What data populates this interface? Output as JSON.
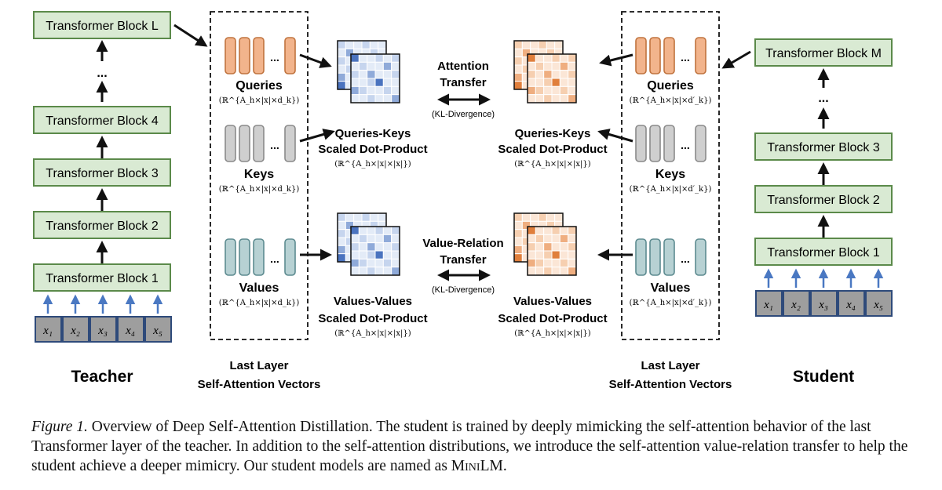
{
  "teacher": {
    "title": "Teacher",
    "blocks": [
      "Transformer Block L",
      "Transformer Block 4",
      "Transformer Block 3",
      "Transformer Block 2",
      "Transformer Block 1"
    ],
    "ellipsis": "...",
    "inputs": [
      "x₁",
      "x₂",
      "x₃",
      "x₄",
      "x₅"
    ]
  },
  "student": {
    "title": "Student",
    "blocks": [
      "Transformer Block M",
      "Transformer Block 3",
      "Transformer Block 2",
      "Transformer Block 1"
    ],
    "ellipsis": "...",
    "inputs": [
      "x₁",
      "x₂",
      "x₃",
      "x₄",
      "x₅"
    ]
  },
  "teacher_vectors": {
    "title_line1": "Last Layer",
    "title_line2": "Self-Attention Vectors",
    "queries": {
      "label": "Queries",
      "dim": "(ℝ^{A_h×|x|×d_k})"
    },
    "keys": {
      "label": "Keys",
      "dim": "(ℝ^{A_h×|x|×d_k})"
    },
    "values": {
      "label": "Values",
      "dim": "(ℝ^{A_h×|x|×d_k})"
    }
  },
  "student_vectors": {
    "title_line1": "Last Layer",
    "title_line2": "Self-Attention Vectors",
    "queries": {
      "label": "Queries",
      "dim": "(ℝ^{A_h×|x|×d′_k})"
    },
    "keys": {
      "label": "Keys",
      "dim": "(ℝ^{A_h×|x|×d′_k})"
    },
    "values": {
      "label": "Values",
      "dim": "(ℝ^{A_h×|x|×d′_k})"
    }
  },
  "products": {
    "teacher_qk": {
      "line1": "Queries-Keys",
      "line2": "Scaled Dot-Product",
      "dim": "(ℝ^{A_h×|x|×|x|})"
    },
    "teacher_vv": {
      "line1": "Values-Values",
      "line2": "Scaled Dot-Product",
      "dim": "(ℝ^{A_h×|x|×|x|})"
    },
    "student_qk": {
      "line1": "Queries-Keys",
      "line2": "Scaled Dot-Product",
      "dim": "(ℝ^{A_h×|x|×|x|})"
    },
    "student_vv": {
      "line1": "Values-Values",
      "line2": "Scaled Dot-Product",
      "dim": "(ℝ^{A_h×|x|×|x|})"
    }
  },
  "transfers": {
    "attention": {
      "line1": "Attention",
      "line2": "Transfer",
      "note": "(KL-Divergence)"
    },
    "value_relation": {
      "line1": "Value-Relation",
      "line2": "Transfer",
      "note": "(KL-Divergence)"
    }
  },
  "vector_ellipsis": "...",
  "caption": {
    "label": "Figure 1.",
    "text_before": " Overview of Deep Self-Attention Distillation. The student is trained by deeply mimicking the self-attention behavior of the last Transformer layer of the teacher. In addition to the self-attention distributions, we introduce the self-attention value-relation transfer to help the student achieve a deeper mimicry. Our student models are named as ",
    "model_name": "MiniLM",
    "text_after": "."
  },
  "colors": {
    "block_fill": "#d9ead3",
    "block_stroke": "#5b8a4a",
    "input_fill": "#9e9e9e",
    "input_stroke": "#2e4a7a",
    "query_fill": "#f2b48c",
    "query_stroke": "#c0733e",
    "key_fill": "#cfcfcf",
    "key_stroke": "#8a8a8a",
    "value_fill": "#b7d1d3",
    "value_stroke": "#5d8b90",
    "blue_arrow": "#4a78c2",
    "teacher_matrix": [
      "#e3ebf7",
      "#c6d5ee",
      "#8faad9",
      "#4a73bf"
    ],
    "student_matrix": [
      "#fbe6d6",
      "#f6cfb0",
      "#efae80",
      "#e07f3c"
    ]
  }
}
